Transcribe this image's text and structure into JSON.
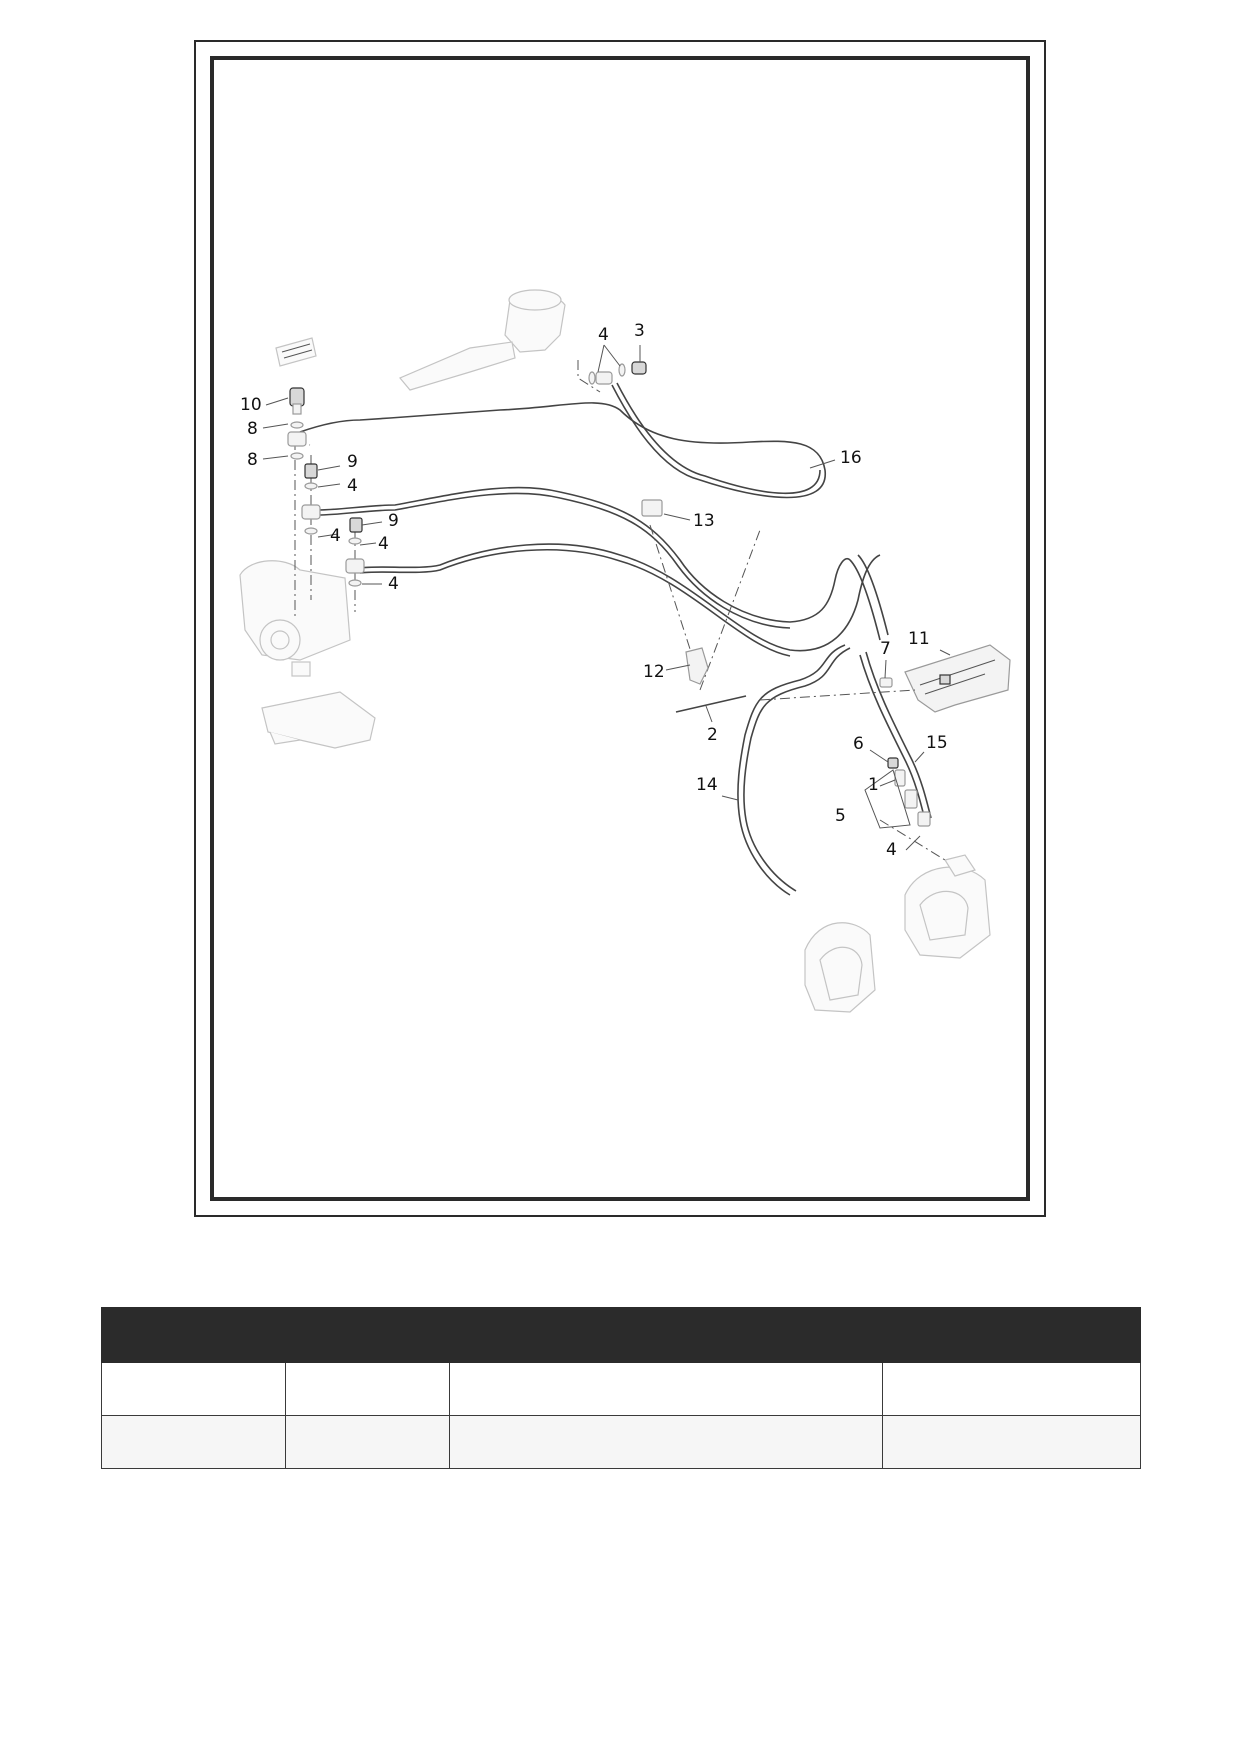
{
  "callouts": {
    "c1": "1",
    "c2": "2",
    "c3": "3",
    "c4a": "4",
    "c4b": "4",
    "c4c": "4",
    "c4d": "4",
    "c4e": "4",
    "c4f": "4",
    "c5": "5",
    "c6": "6",
    "c7": "7",
    "c8a": "8",
    "c8b": "8",
    "c9a": "9",
    "c9b": "9",
    "c10": "10",
    "c11": "11",
    "c12": "12",
    "c13": "13",
    "c14": "14",
    "c15": "15",
    "c16": "16"
  },
  "table": {
    "headers": [
      "",
      "",
      "",
      ""
    ],
    "rows": [
      [
        "",
        "",
        "",
        ""
      ],
      [
        "",
        "",
        "",
        ""
      ]
    ]
  }
}
